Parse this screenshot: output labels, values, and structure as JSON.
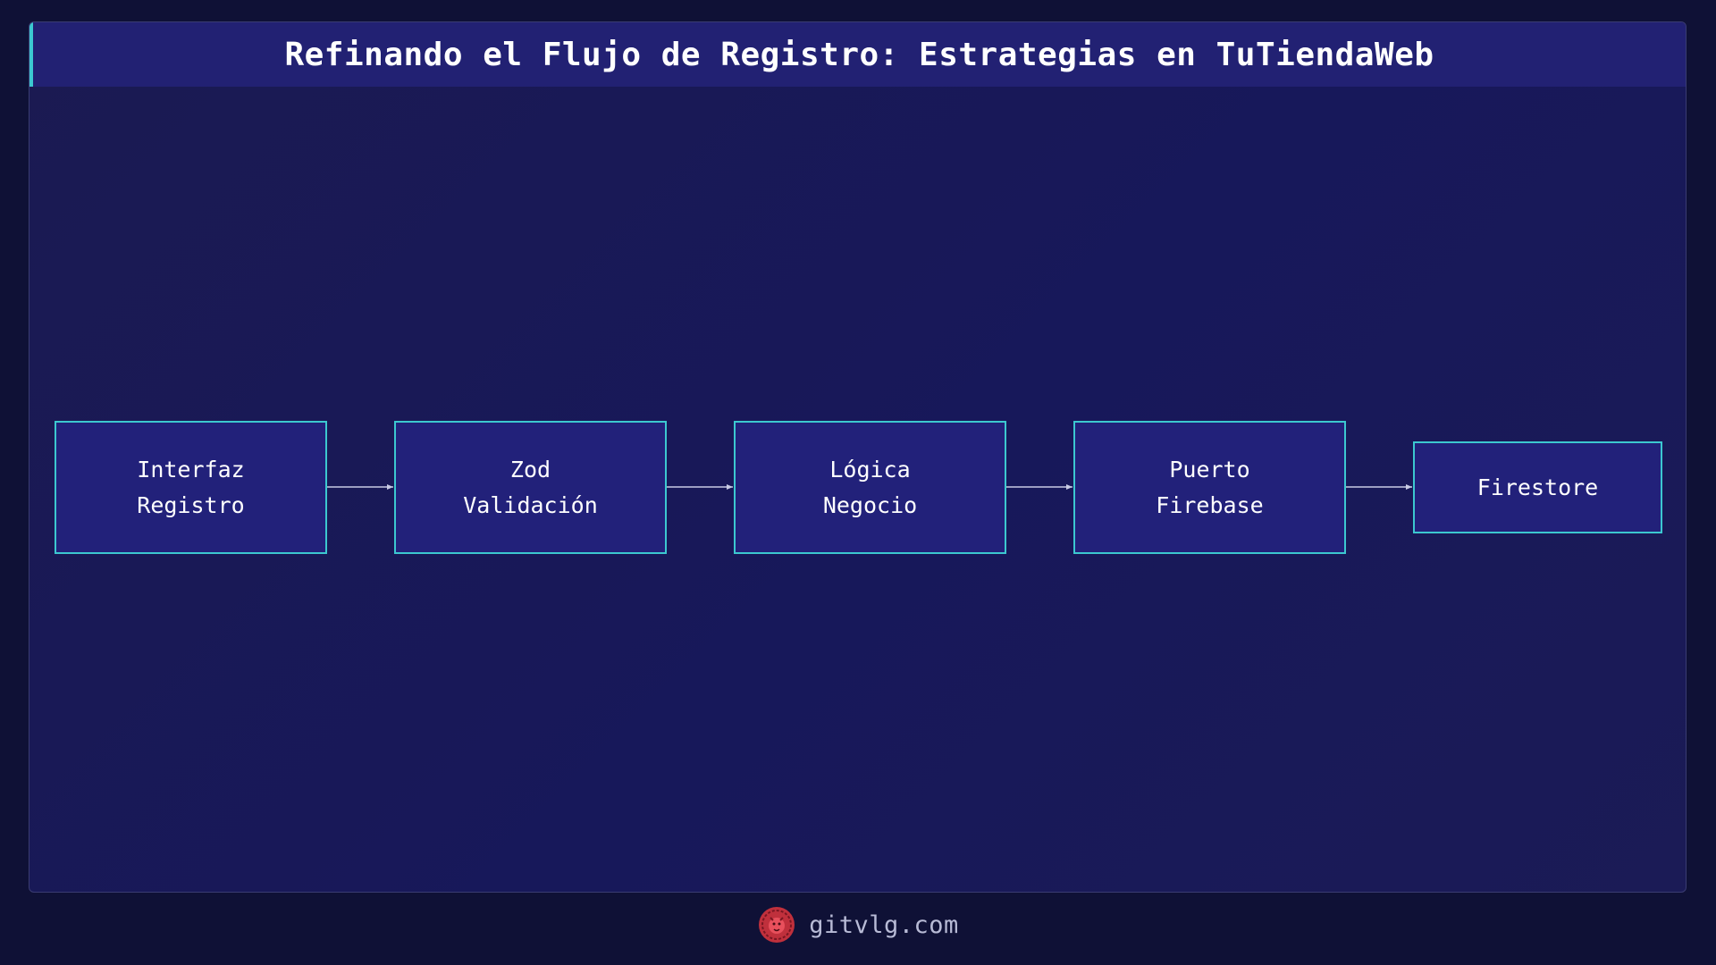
{
  "title": "Refinando el Flujo de Registro: Estrategias en TuTiendaWeb",
  "nodes": [
    {
      "line1": "Interfaz",
      "line2": "Registro"
    },
    {
      "line1": "Zod",
      "line2": "Validación"
    },
    {
      "line1": "Lógica",
      "line2": "Negocio"
    },
    {
      "line1": "Puerto",
      "line2": "Firebase"
    },
    {
      "line1": "Firestore"
    }
  ],
  "edges": [
    {
      "from": "Interfaz Registro",
      "to": "Zod Validación"
    },
    {
      "from": "Zod Validación",
      "to": "Lógica Negocio"
    },
    {
      "from": "Lógica Negocio",
      "to": "Puerto Firebase"
    },
    {
      "from": "Puerto Firebase",
      "to": "Firestore"
    }
  ],
  "footer": {
    "site": "gitvlg.com",
    "logo_icon": "lion-logo-icon"
  },
  "colors": {
    "background": "#0f1136",
    "panel": "#1b1a52",
    "title_bar": "#222173",
    "accent": "#3cc8d0",
    "node_fill": "#22217a",
    "arrow": "#c8cbe4",
    "logo": "#c0303c"
  }
}
